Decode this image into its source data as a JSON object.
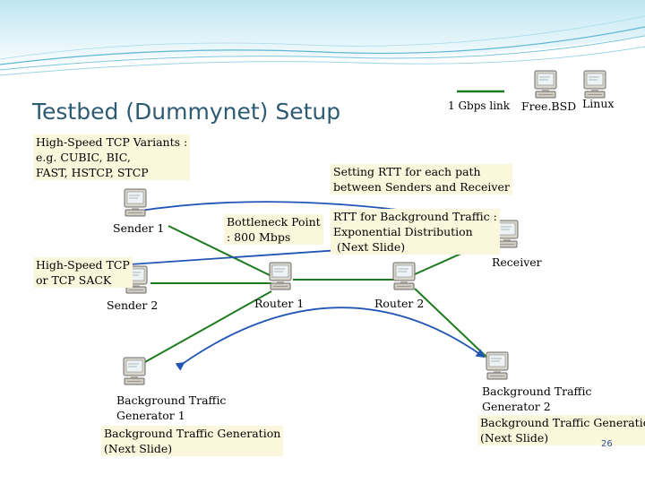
{
  "title": "Testbed (Dummynet) Setup",
  "legend": {
    "link": "1 Gbps link",
    "freebsd": "Free.BSD",
    "linux": "Linux"
  },
  "variants_note": [
    "High-Speed TCP Variants :",
    "e.g. CUBIC, BIC,",
    "FAST, HSTCP, STCP"
  ],
  "rtt_note": [
    "Setting RTT for each path",
    "between Senders and Receiver"
  ],
  "bottleneck_note": [
    "Bottleneck Point",
    ": 800 Mbps"
  ],
  "bg_rtt_note": [
    "RTT for Background Traffic :",
    "Exponential Distribution",
    "(Next Slide)"
  ],
  "sender1": "Sender 1",
  "sender2_note": [
    "High-Speed TCP",
    "or TCP SACK"
  ],
  "sender2": "Sender 2",
  "router1": "Router 1",
  "router2": "Router 2",
  "receiver": "Receiver",
  "bg1": [
    "Background Traffic",
    "Generator 1"
  ],
  "bg1_note": [
    "Background Traffic Generation",
    "(Next Slide)"
  ],
  "bg2": [
    "Background Traffic",
    "Generator 2"
  ],
  "bg2_note": [
    "Background Traffic Generation",
    "(Next Slide)"
  ],
  "page_number": "26",
  "colors": {
    "title": "#2c5b73",
    "link": "#1e7a1e",
    "arrow": "#2356b4",
    "box": "#fbf7dc",
    "wave": "#5fb7d6"
  }
}
